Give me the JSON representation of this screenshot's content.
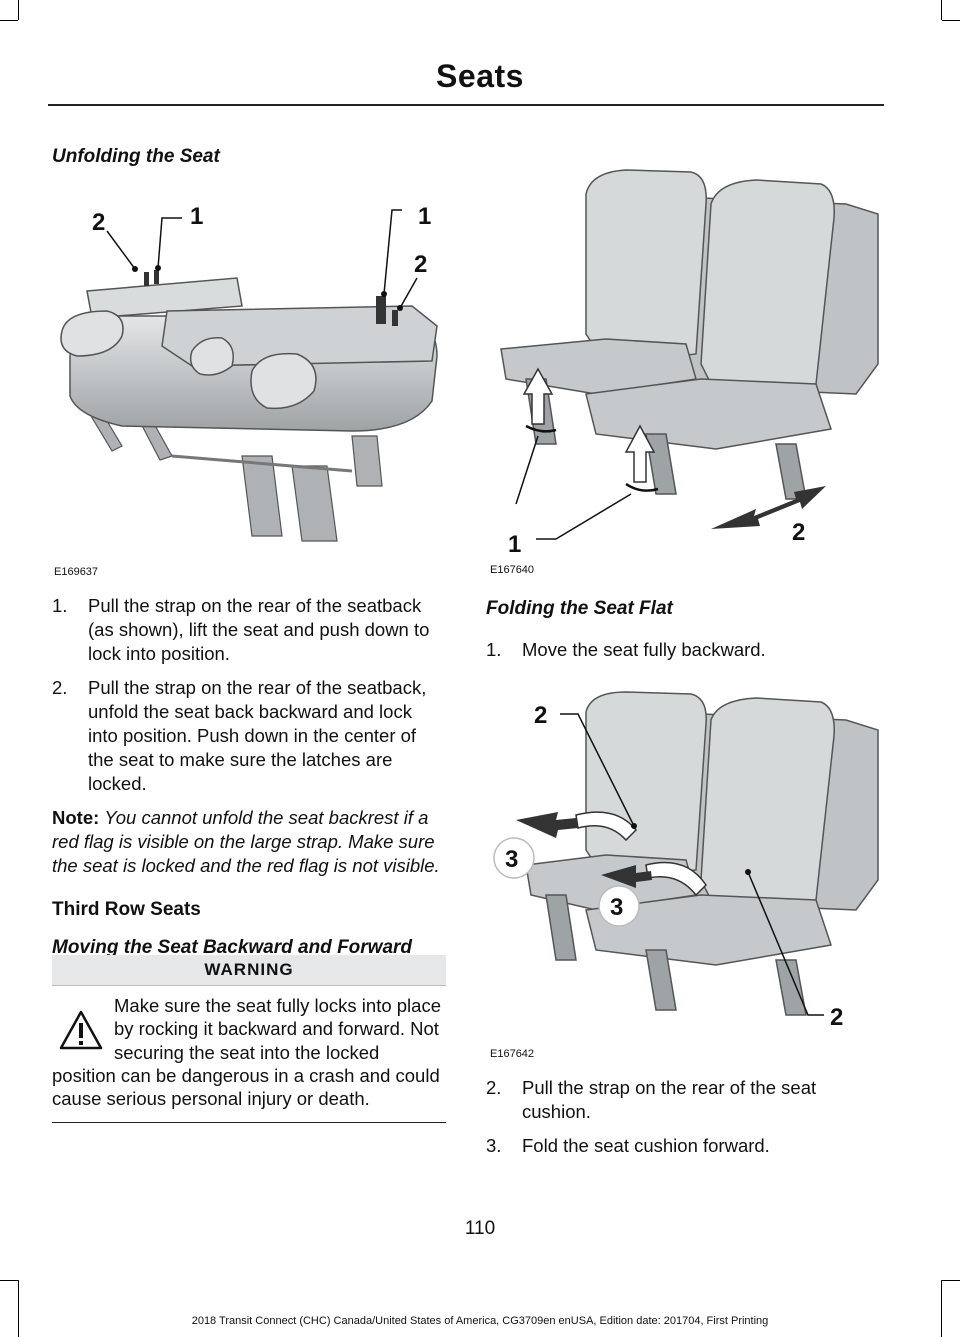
{
  "header": {
    "title": "Seats"
  },
  "left": {
    "section_heading": "Unfolding the Seat",
    "figure_1": {
      "code": "E169637",
      "callouts": [
        "2",
        "1",
        "1",
        "2"
      ]
    },
    "steps": [
      {
        "num": "1.",
        "text": "Pull the strap on the rear of the seatback (as shown), lift the seat and push down to lock into position."
      },
      {
        "num": "2.",
        "text": "Pull the strap on the rear of the seatback, unfold the seat back backward and lock into position. Push down in the center of the seat to make sure the latches are locked."
      }
    ],
    "note": {
      "label": "Note:",
      "text": "You cannot unfold the seat backrest if a red flag is visible on the large strap. Make sure the seat is locked and the red flag is not visible."
    },
    "subsection_heading": "Third Row Seats",
    "sub_heading": "Moving the Seat Backward and Forward",
    "warning": {
      "title": "WARNING",
      "text": "Make sure the seat fully locks into place by rocking it backward and forward. Not securing the seat into the locked position can be dangerous in a crash and could cause serious personal injury or death."
    }
  },
  "right": {
    "figure_2": {
      "code": "E167640",
      "callouts": [
        "1",
        "2"
      ]
    },
    "section_heading": "Folding the Seat Flat",
    "step_1": {
      "num": "1.",
      "text": "Move the seat fully backward."
    },
    "figure_3": {
      "code": "E167642",
      "callouts": [
        "2",
        "3",
        "3",
        "2"
      ]
    },
    "steps": [
      {
        "num": "2.",
        "text": "Pull the strap on the rear of the seat cushion."
      },
      {
        "num": "3.",
        "text": "Fold the seat cushion forward."
      }
    ]
  },
  "page_number": "110",
  "footer": "2018 Transit Connect (CHC) Canada/United States of America, CG3709en enUSA, Edition date: 201704, First Printing",
  "colors": {
    "warning_bar": "#e5e7e8",
    "seat_fill": "#cfd2d4",
    "seat_shadow": "#9ea3a6"
  }
}
